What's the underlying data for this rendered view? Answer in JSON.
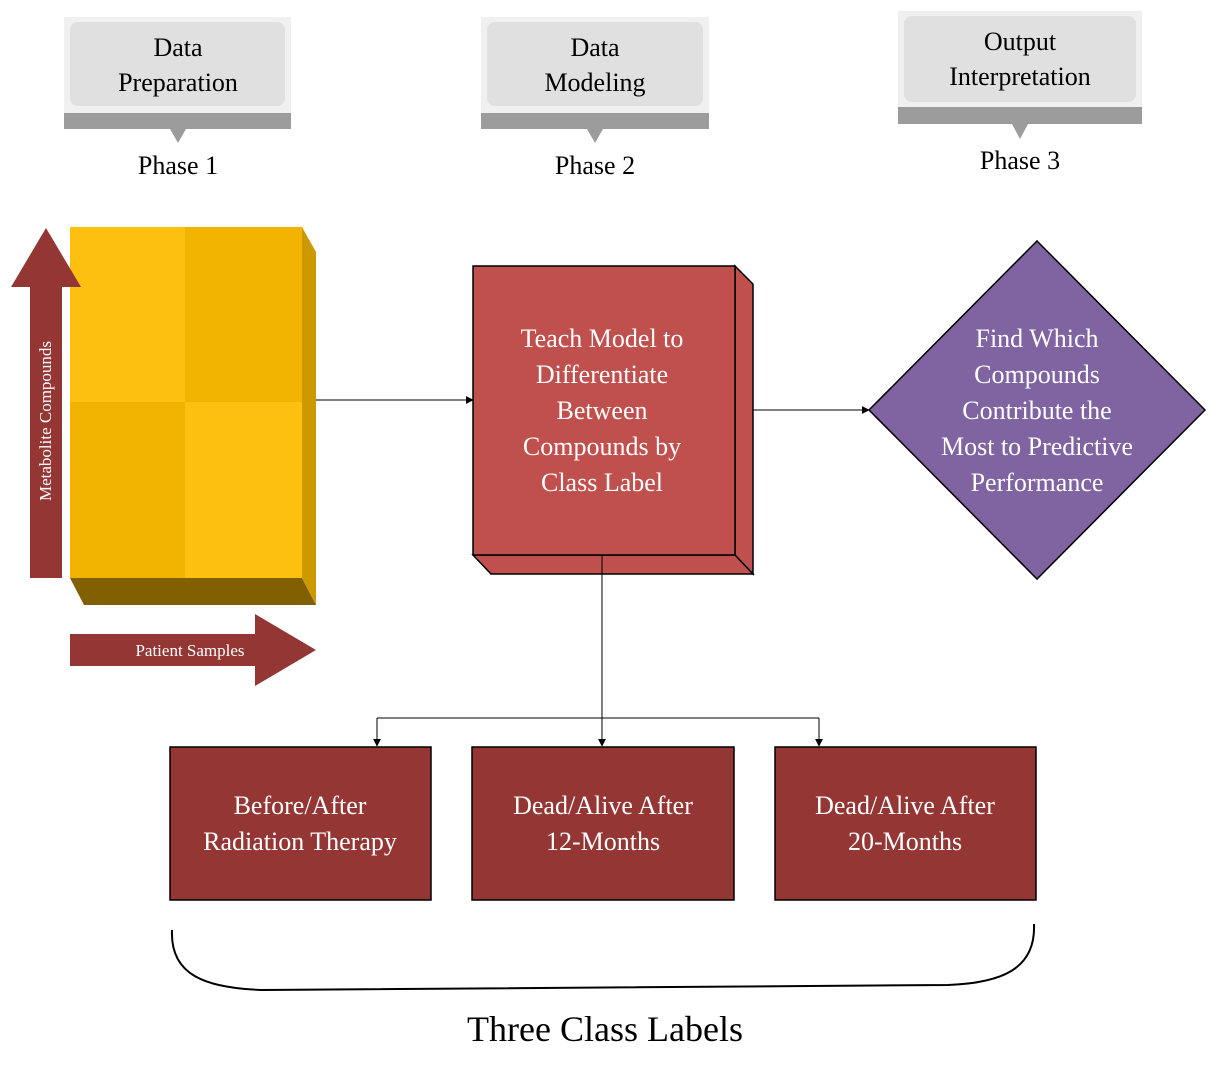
{
  "phases": [
    {
      "title_lines": [
        "Data",
        "Preparation"
      ],
      "label": "Phase 1"
    },
    {
      "title_lines": [
        "Data",
        "Modeling"
      ],
      "label": "Phase 2"
    },
    {
      "title_lines": [
        "Output",
        "Interpretation"
      ],
      "label": "Phase 3"
    }
  ],
  "data_matrix": {
    "y_arrow_label": "Metabolite Compounds",
    "x_arrow_label": "Patient Samples"
  },
  "model_box": {
    "lines": [
      "Teach Model to",
      "Differentiate",
      "Between",
      "Compounds by",
      "Class Label"
    ]
  },
  "output_diamond": {
    "lines": [
      "Find Which",
      "Compounds",
      "Contribute the",
      "Most to Predictive",
      "Performance"
    ]
  },
  "class_labels": [
    {
      "lines": [
        "Before/After",
        "Radiation Therapy"
      ]
    },
    {
      "lines": [
        "Dead/Alive After",
        "12-Months"
      ]
    },
    {
      "lines": [
        "Dead/Alive After",
        "20-Months"
      ]
    }
  ],
  "brace_label": "Three Class Labels",
  "colors": {
    "phase_box": "#e0e0e0",
    "phase_bar": "#9c9c9c",
    "matrix_light": "#fec010",
    "matrix_dark": "#f2b400",
    "matrix_side": "#cc9a00",
    "matrix_bottom": "#806000",
    "arrow_red": "#943634",
    "model_box": "#c0504d",
    "diamond": "#8064a2",
    "class_box": "#943634"
  }
}
